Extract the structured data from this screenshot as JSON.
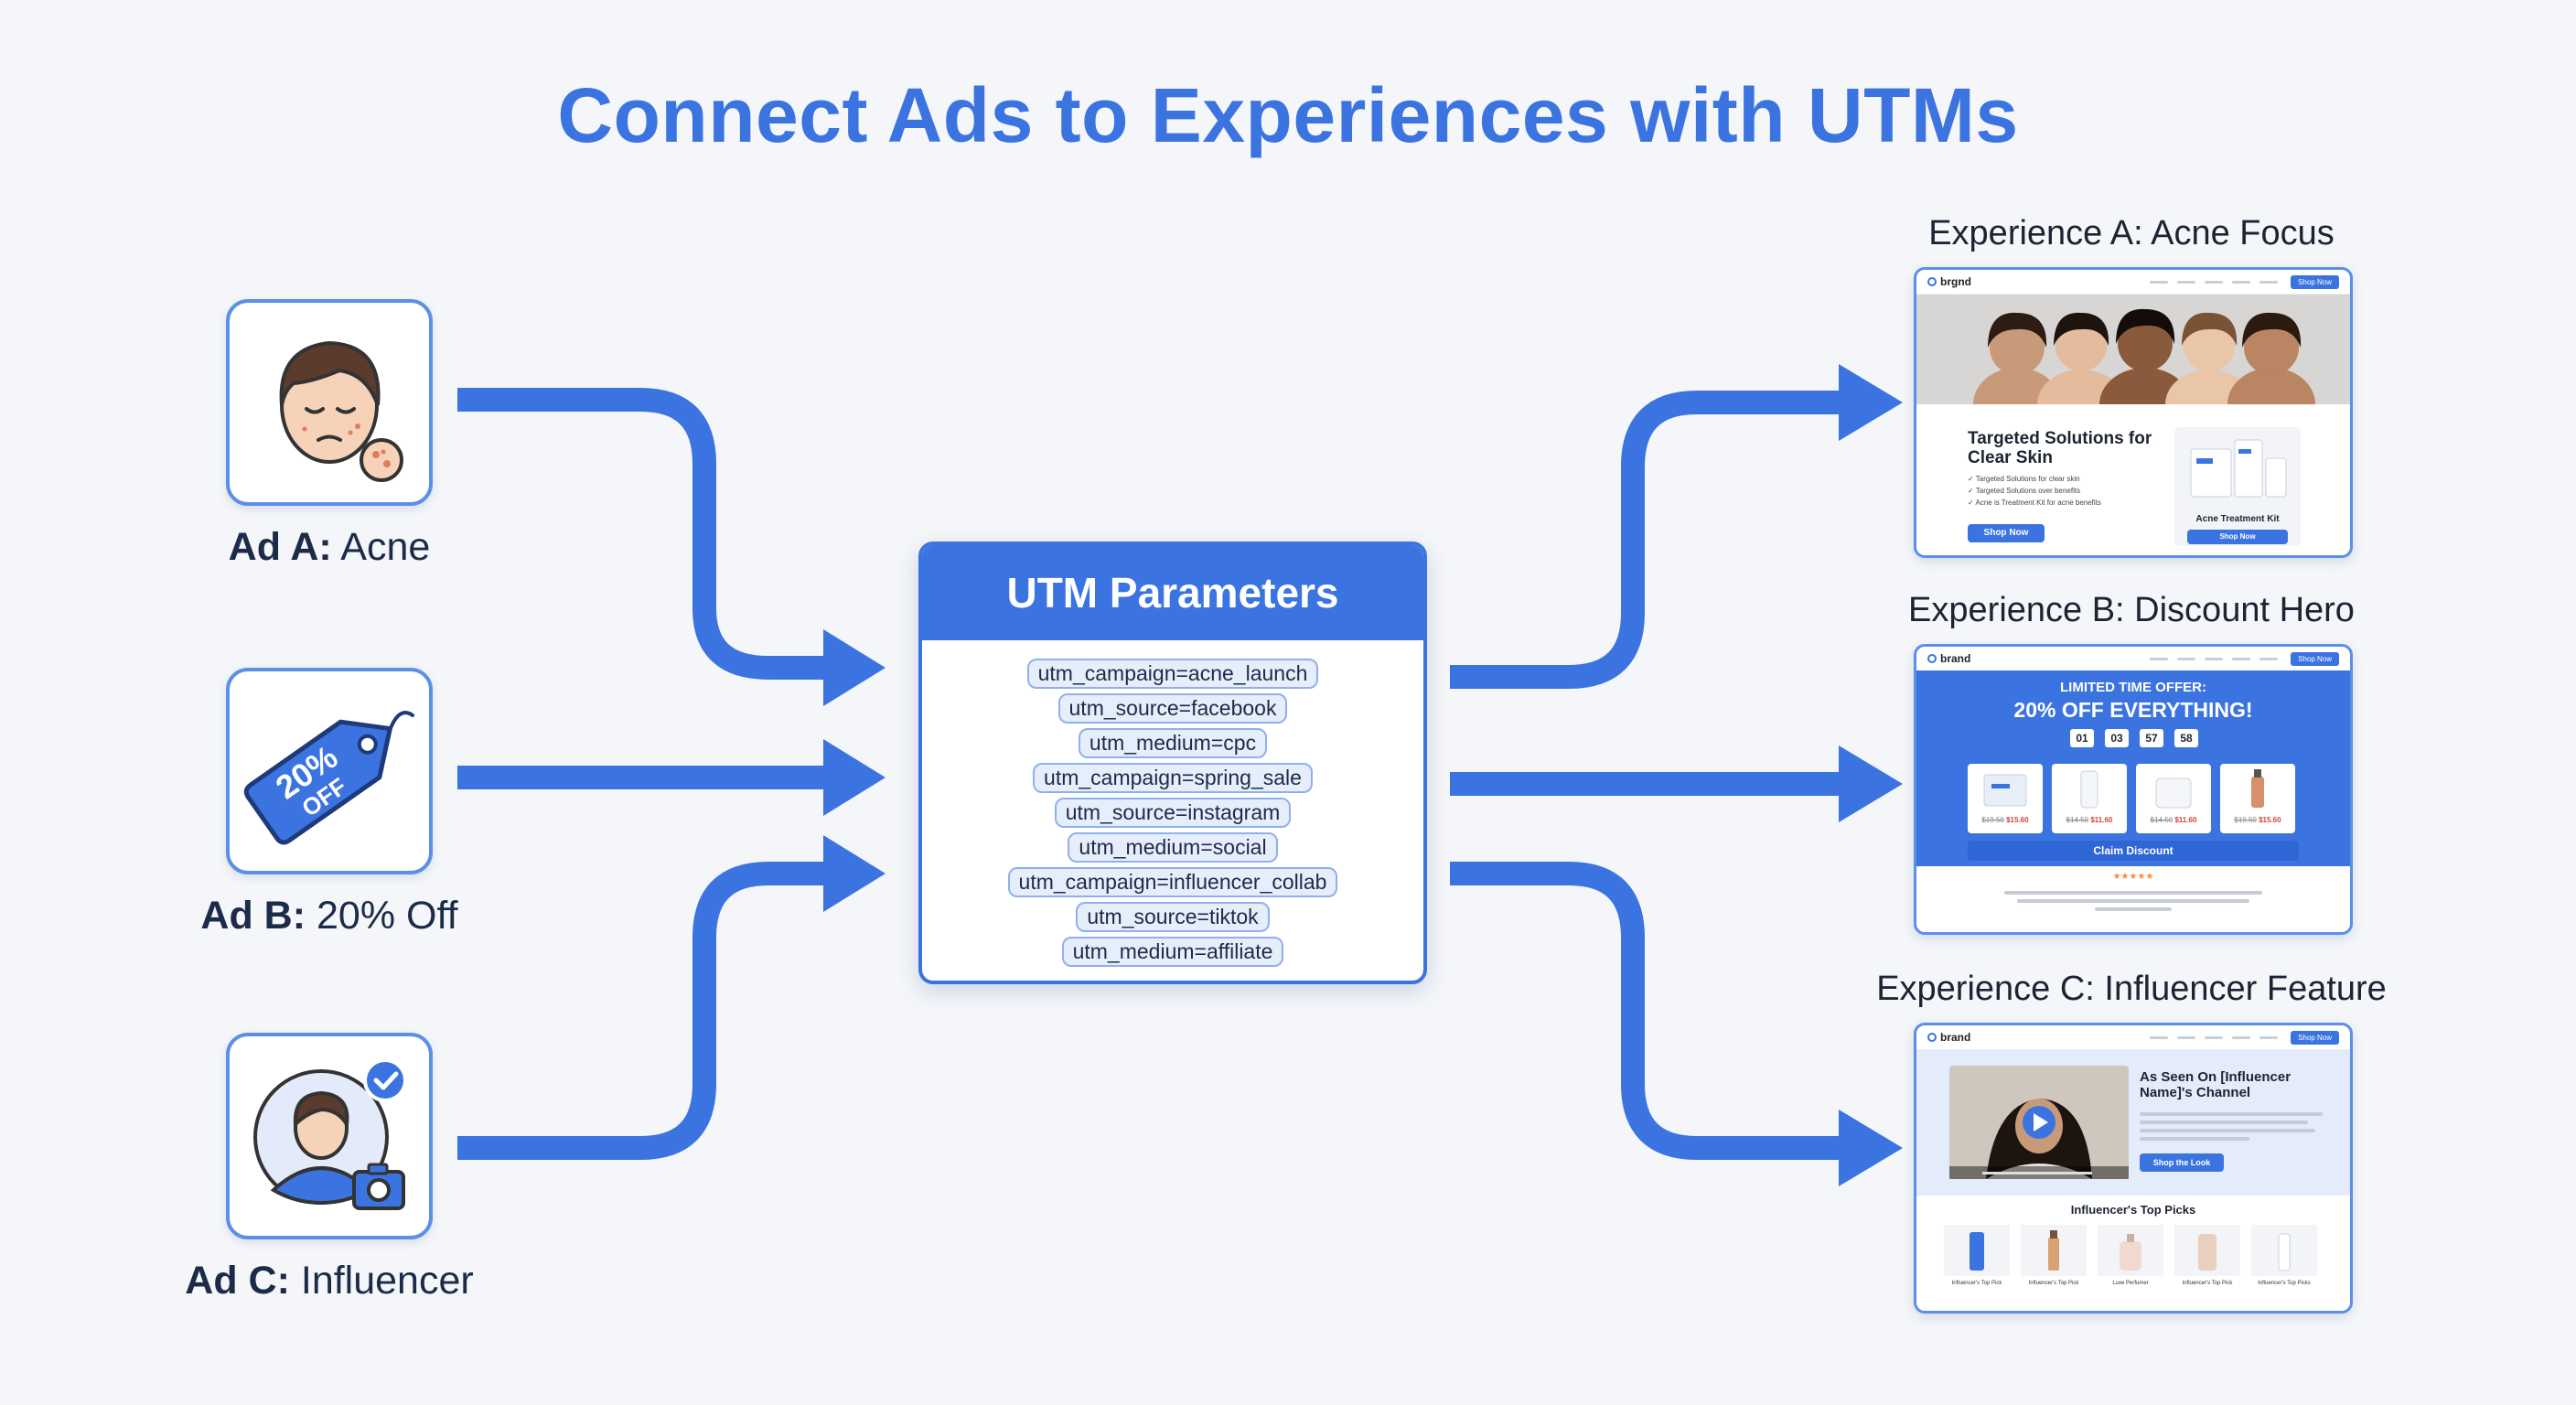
{
  "title": "Connect Ads to Experiences with UTMs",
  "colors": {
    "accent": "#3b74e0",
    "arrow": "#3b74e0",
    "background": "#f4f6f9"
  },
  "ads": [
    {
      "label_bold": "Ad A:",
      "label_rest": " Acne",
      "icon": "acne-face-icon"
    },
    {
      "label_bold": "Ad B:",
      "label_rest": " 20% Off",
      "icon": "discount-tag-icon",
      "tag_pct": "20%",
      "tag_off": "OFF"
    },
    {
      "label_bold": "Ad C:",
      "label_rest": " Influencer",
      "icon": "influencer-camera-icon"
    }
  ],
  "utm": {
    "header": "UTM Parameters",
    "params": [
      "utm_campaign=acne_launch",
      "utm_source=facebook",
      "utm_medium=cpc",
      "utm_campaign=spring_sale",
      "utm_source=instagram",
      "utm_medium=social",
      "utm_campaign=influencer_collab",
      "utm_source=tiktok",
      "utm_medium=affiliate"
    ]
  },
  "experiences": [
    {
      "title": "Experience A: Acne Focus",
      "brand": "brgnd",
      "headline": "Targeted Solutions for Clear Skin",
      "bullets": [
        "Targeted Solutions for clear skin",
        "Targeted Solutions over benefits",
        "Acne is Treatment Kit for acne benefits"
      ],
      "cta": "Shop Now",
      "product_name": "Acne Treatment Kit",
      "product_cta": "Shop Now",
      "nav_cta": "Shop Now"
    },
    {
      "title": "Experience B: Discount Hero",
      "brand": "brand",
      "offer_line": "LIMITED TIME OFFER:",
      "offer_main": "20% OFF EVERYTHING!",
      "countdown": [
        "01",
        "03",
        "57",
        "58"
      ],
      "prices": [
        {
          "old": "$19.50",
          "new": "$15.60"
        },
        {
          "old": "$14.50",
          "new": "$11.60"
        },
        {
          "old": "$14.50",
          "new": "$11.60"
        },
        {
          "old": "$19.50",
          "new": "$15.60"
        }
      ],
      "cta": "Claim Discount",
      "stars": "★★★★★",
      "nav_cta": "Shop Now"
    },
    {
      "title": "Experience C: Influencer Feature",
      "brand": "brand",
      "headline": "As Seen On [Influencer Name]'s Channel",
      "cta": "Shop the Look",
      "section": "Influencer's Top Picks",
      "products": [
        "Influencer's Top Pick",
        "Influencer's Top Pick",
        "Luxe Perfumer",
        "Influencer's Top Pick",
        "Influencer's Top Picks"
      ],
      "nav_cta": "Shop Now"
    }
  ]
}
